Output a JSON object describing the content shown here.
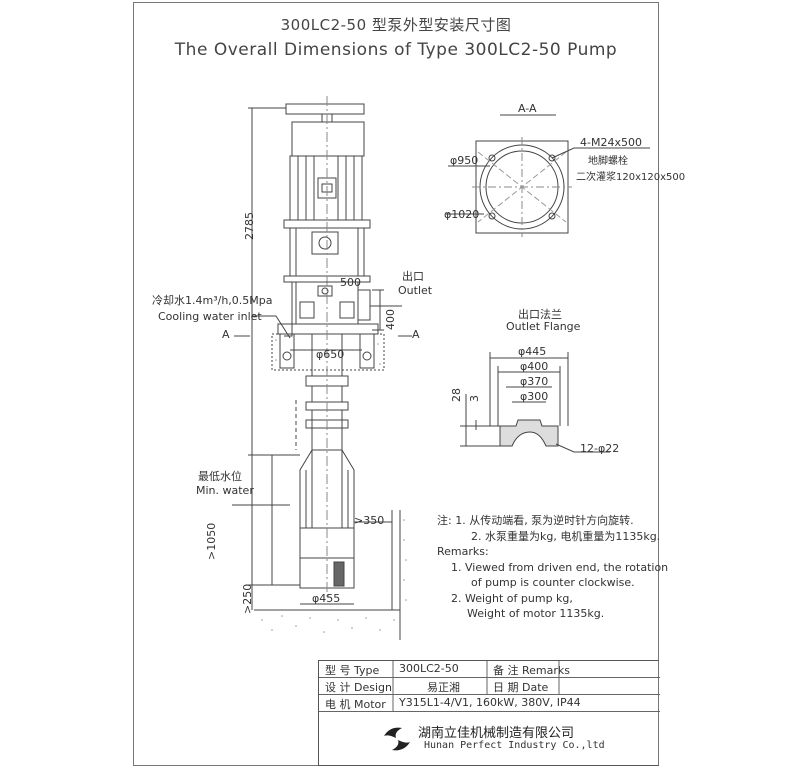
{
  "title_cn": "300LC2-50 型泵外型安装尺寸图",
  "title_en": "The Overall Dimensions of Type 300LC2-50 Pump",
  "section": "A-A",
  "dims": {
    "height_total": "2785",
    "d500": "500",
    "d400": "400",
    "phi650": "φ650",
    "d1050": ">1050",
    "d250": ">250",
    "d350": ">350",
    "phi455": "φ455",
    "phi950": "φ950",
    "phi1020": "φ1020",
    "bolts": "4-M24x500",
    "anchor_cn": "地脚螺栓",
    "grout_cn": "二次灌浆120x120x500"
  },
  "labels": {
    "outlet_cn": "出口",
    "outlet_en": "Outlet",
    "cooling_cn": "冷却水1.4m³/h,0.5Mpa",
    "cooling_en": "Cooling water inlet",
    "min_water_cn": "最低水位",
    "min_water_en": "Min. water",
    "section_a_left": "A",
    "section_a_right": "A",
    "outlet_flange_cn": "出口法兰",
    "outlet_flange_en": "Outlet Flange"
  },
  "flange": {
    "d445": "φ445",
    "d400": "φ400",
    "d370": "φ370",
    "d300": "φ300",
    "h28": "28",
    "h3": "3",
    "holes": "12-φ22"
  },
  "notes": {
    "cn1": "注: 1. 从传动端看, 泵为逆时针方向旋转.",
    "cn2": "2. 水泵重量为kg, 电机重量为1135kg.",
    "remarks": "Remarks:",
    "en1": "1. Viewed from driven end, the rotation",
    "en1b": "of pump is  counter clockwise.",
    "en2": "2. Weight of pump kg,",
    "en2b": "Weight of motor 1135kg."
  },
  "title_block": {
    "type_label": "型 号 Type",
    "type_value": "300LC2-50",
    "remarks_label": "备 注 Remarks",
    "design_label": "设 计 Design",
    "design_value": "易正湘",
    "date_label": "日 期 Date",
    "motor_label": "电 机 Motor",
    "motor_value": "Y315L1-4/V1, 160kW, 380V, IP44",
    "company_cn": "湖南立佳机械制造有限公司",
    "company_en": "Hunan Perfect Industry Co.,ltd"
  }
}
